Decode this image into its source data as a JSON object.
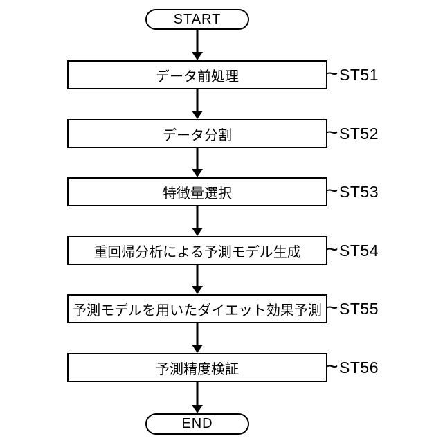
{
  "figure": {
    "type": "flowchart",
    "colors": {
      "line": "#000000",
      "background": "#ffffff",
      "shape_fill": "#ffffff"
    },
    "start_label": "START",
    "end_label": "END",
    "ref_connector": "~",
    "steps": [
      {
        "label": "データ前処理",
        "ref": "ST51"
      },
      {
        "label": "データ分割",
        "ref": "ST52"
      },
      {
        "label": "特徴量選択",
        "ref": "ST53"
      },
      {
        "label": "重回帰分析による予測モデル生成",
        "ref": "ST54"
      },
      {
        "label": "予測モデルを用いたダイエット効果予測",
        "ref": "ST55"
      },
      {
        "label": "予測精度検証",
        "ref": "ST56"
      }
    ]
  }
}
